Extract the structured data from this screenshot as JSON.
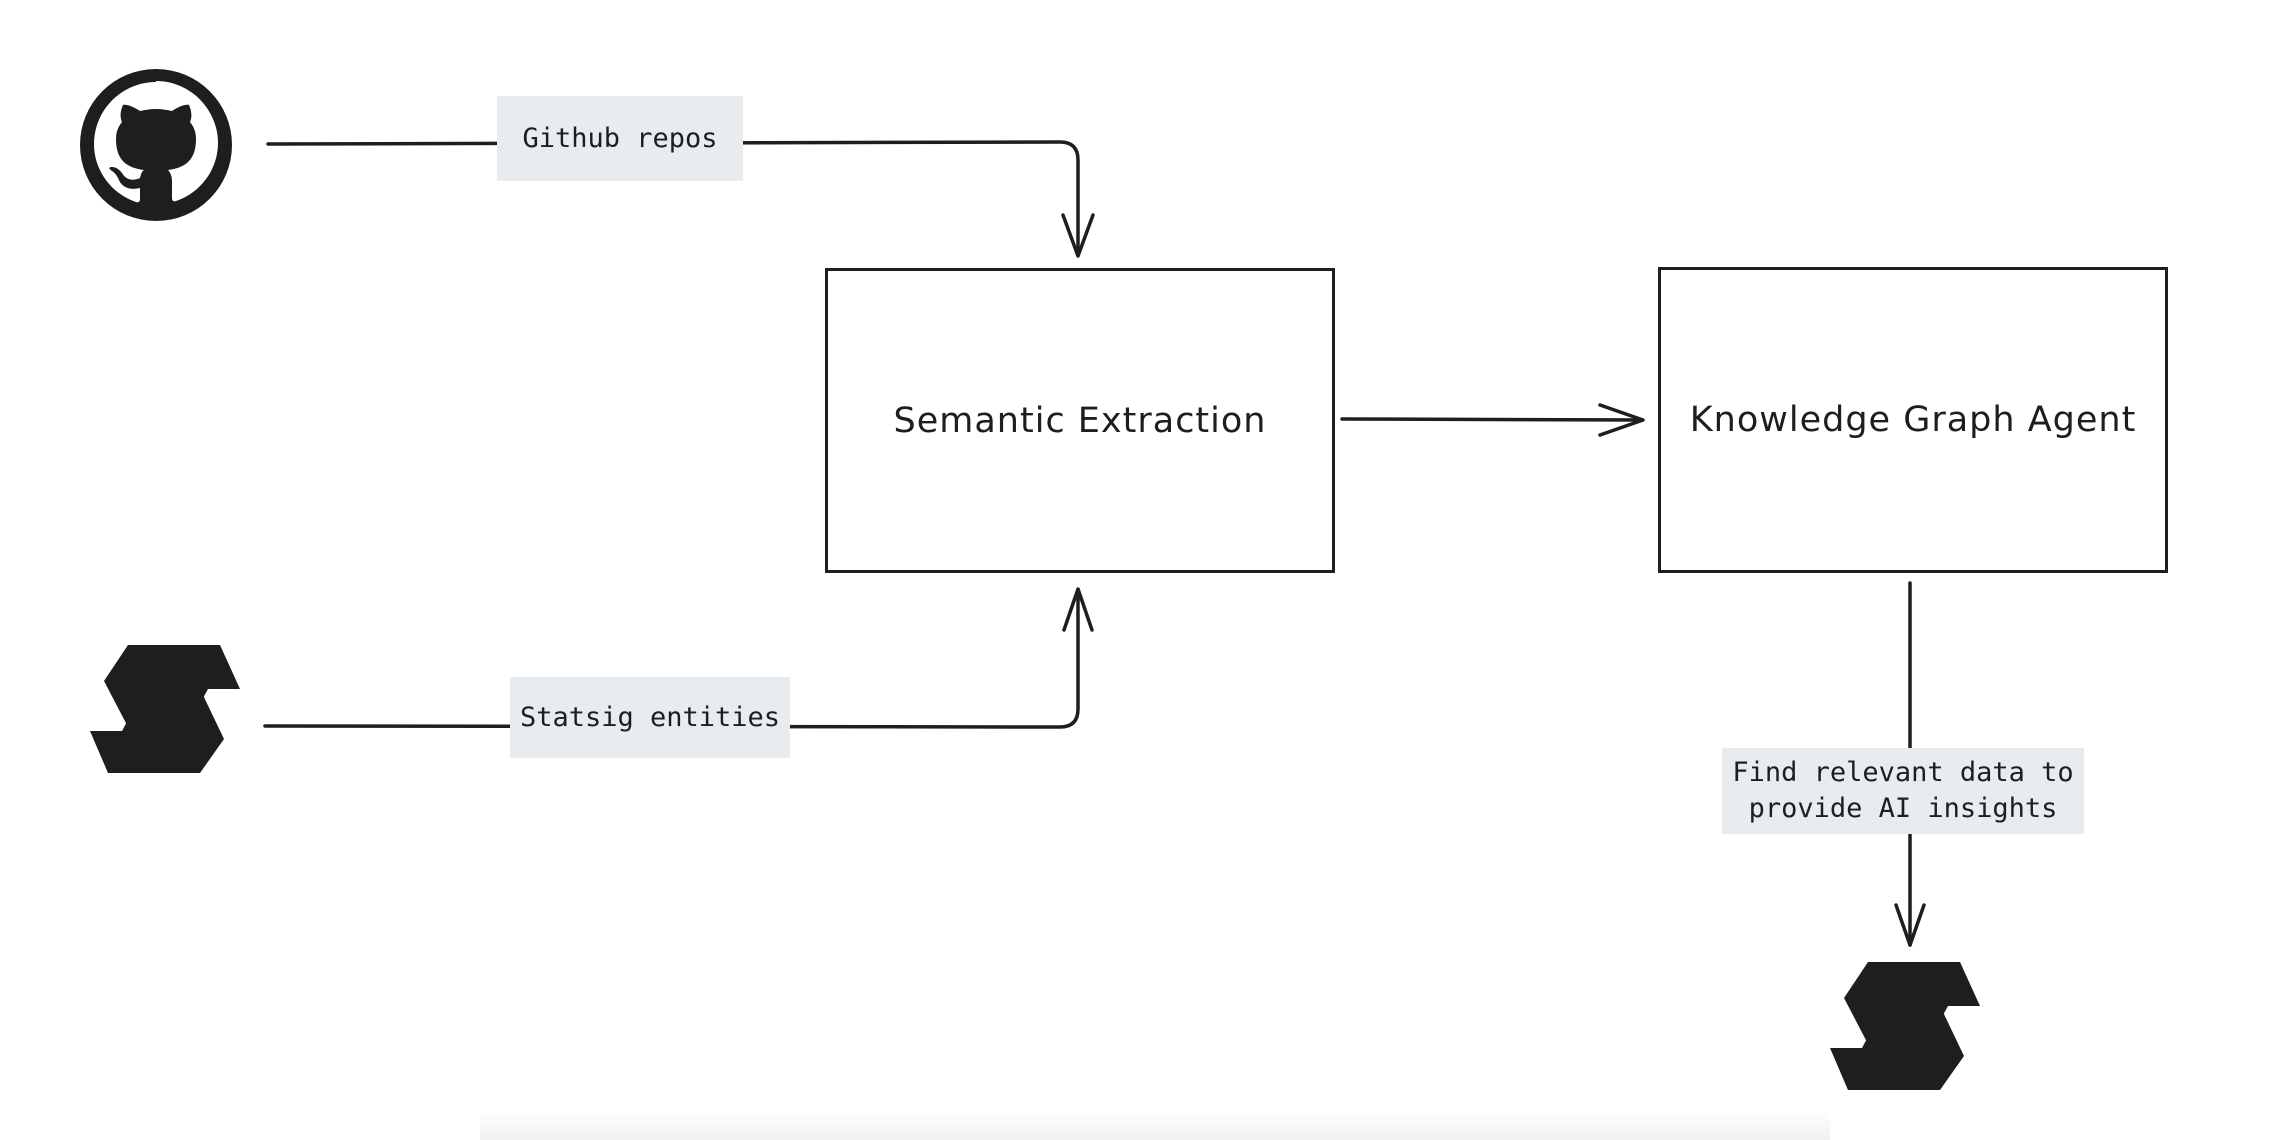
{
  "nodes": {
    "semantic_extraction": {
      "label": "Semantic Extraction"
    },
    "knowledge_graph_agent": {
      "label": "Knowledge Graph Agent"
    }
  },
  "edges": {
    "github": {
      "label": "Github repos"
    },
    "statsig": {
      "label": "Statsig entities"
    },
    "insights": {
      "lines": [
        "Find relevant data to",
        "provide AI insights"
      ]
    }
  },
  "icons": {
    "source_top": "github-icon",
    "source_bottom": "statsig-logo-icon",
    "output": "statsig-logo-icon"
  },
  "colors": {
    "stroke": "#1e1e1e",
    "label_bg": "#e9ecef"
  }
}
